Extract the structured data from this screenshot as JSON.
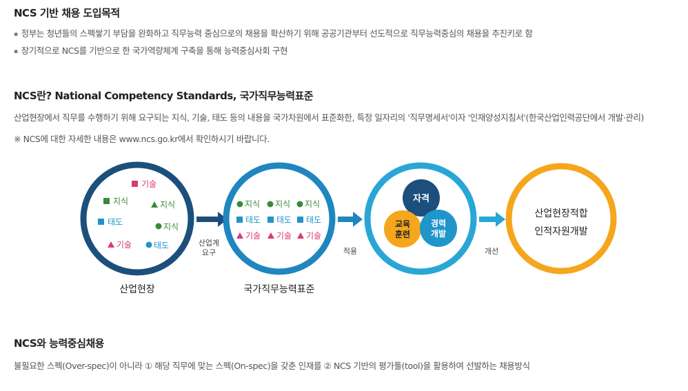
{
  "section1": {
    "title": "NCS 기반 채용 도입목적",
    "bullets": [
      "정부는 청년들의 스펙쌓기 부담을 완화하고 직무능력 중심으로의 채용을 확산하기 위해 공공기관부터 선도적으로 직무능력중심의 채용을 추진키로 함",
      "장기적으로 NCS를 기반으로 한 국가역량체계 구축을 통해 능력중심사회 구현"
    ]
  },
  "section2": {
    "title": "NCS란? National Competency Standards, 국가직무능력표준",
    "paragraph": "산업현장에서 직무를 수행하기 위해 요구되는 지식, 기술, 태도 등의 내용을 국가차원에서 표준화한, 특정 일자리의 '직무명세서'이자 '인재양성지침서'(한국산업인력공단에서 개발·관리)",
    "note": "※ NCS에 대한 자세한 내용은 www.ncs.go.kr에서 확인하시기 바랍니다."
  },
  "diagram": {
    "circle1": {
      "label": "산업현장",
      "items": {
        "tech_top": "기술",
        "know_left": "지식",
        "know_tri": "지식",
        "attitude_left": "태도",
        "know_right": "지식",
        "tech_bottom": "기술",
        "attitude_bottom": "태도"
      }
    },
    "arrow1_label_line1": "산업계",
    "arrow1_label_line2": "요구",
    "circle2": {
      "label": "국가직무능력표준",
      "row1": [
        "지식",
        "지식",
        "지식"
      ],
      "row2": [
        "태도",
        "태도",
        "태도"
      ],
      "row3": [
        "기술",
        "기술",
        "기술"
      ]
    },
    "arrow2_label": "적용",
    "circle3": {
      "top": "자격",
      "left_line1": "교육",
      "left_line2": "훈련",
      "right_line1": "경력",
      "right_line2": "개발"
    },
    "arrow3_label": "개선",
    "circle4": {
      "line1": "산업현장적합",
      "line2": "인적자원개발"
    },
    "colors": {
      "navy": "#1c4f7c",
      "blue": "#1f86bf",
      "sky": "#29a6d6",
      "orange": "#f5a61d",
      "green": "#3a8a3a",
      "pink": "#d93a76",
      "teal": "#1f95c9"
    }
  },
  "section3": {
    "title": "NCS와 능력중심채용",
    "paragraph": "불필요한 스펙(Over-spec)이 아니라 ① 해당 직무에 맞는 스펙(On-spec)을 갖춘 인재를 ② NCS 기반의 평가툴(tool)을 활용하여 선발하는 채용방식"
  }
}
